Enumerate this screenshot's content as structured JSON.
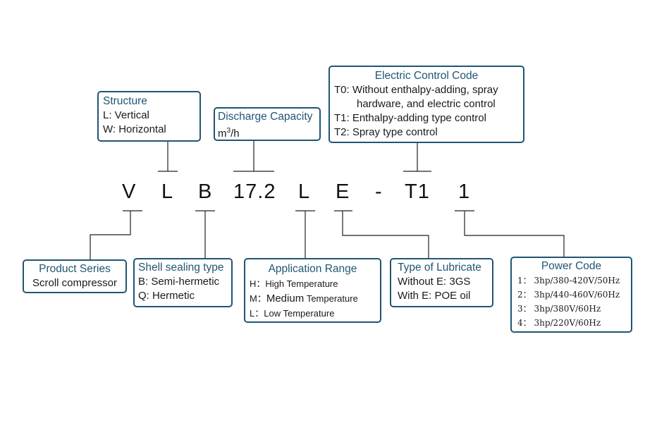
{
  "model_code": [
    "V",
    "L",
    "B",
    "17.2",
    "L",
    "E",
    "-",
    "T1",
    "1"
  ],
  "structure": {
    "title": "Structure",
    "lines": [
      "L: Vertical",
      "W: Horizontal"
    ]
  },
  "discharge": {
    "title": "Discharge Capacity",
    "unit_base": "m",
    "unit_sup": "3",
    "unit_rest": "/h"
  },
  "electric": {
    "title": "Electric Control Code",
    "lines": [
      "T0: Without enthalpy-adding, spray",
      "hardware, and electric control",
      "T1: Enthalpy-adding type control",
      "T2: Spray type control"
    ]
  },
  "product_series": {
    "title": "Product Series",
    "lines": [
      "Scroll compressor"
    ]
  },
  "shell": {
    "title": "Shell sealing type",
    "lines": [
      "B: Semi-hermetic",
      "Q: Hermetic"
    ]
  },
  "application": {
    "title": "Application Range",
    "lines": [
      {
        "key": "H：",
        "label": "High Temperature"
      },
      {
        "key": "M：",
        "big": "Medium",
        "label": "Temperature"
      },
      {
        "key": "L：",
        "label": "Low Temperature"
      }
    ]
  },
  "lubricate": {
    "title": "Type of Lubricate",
    "lines": [
      "Without E: 3GS",
      "With E: POE oil"
    ]
  },
  "power": {
    "title": "Power Code",
    "lines": [
      "1：  3hp/380-420V/50Hz",
      "2：  3hp/440-460V/60Hz",
      "3：  3hp/380V/60Hz",
      "4：  3hp/220V/60Hz"
    ]
  }
}
